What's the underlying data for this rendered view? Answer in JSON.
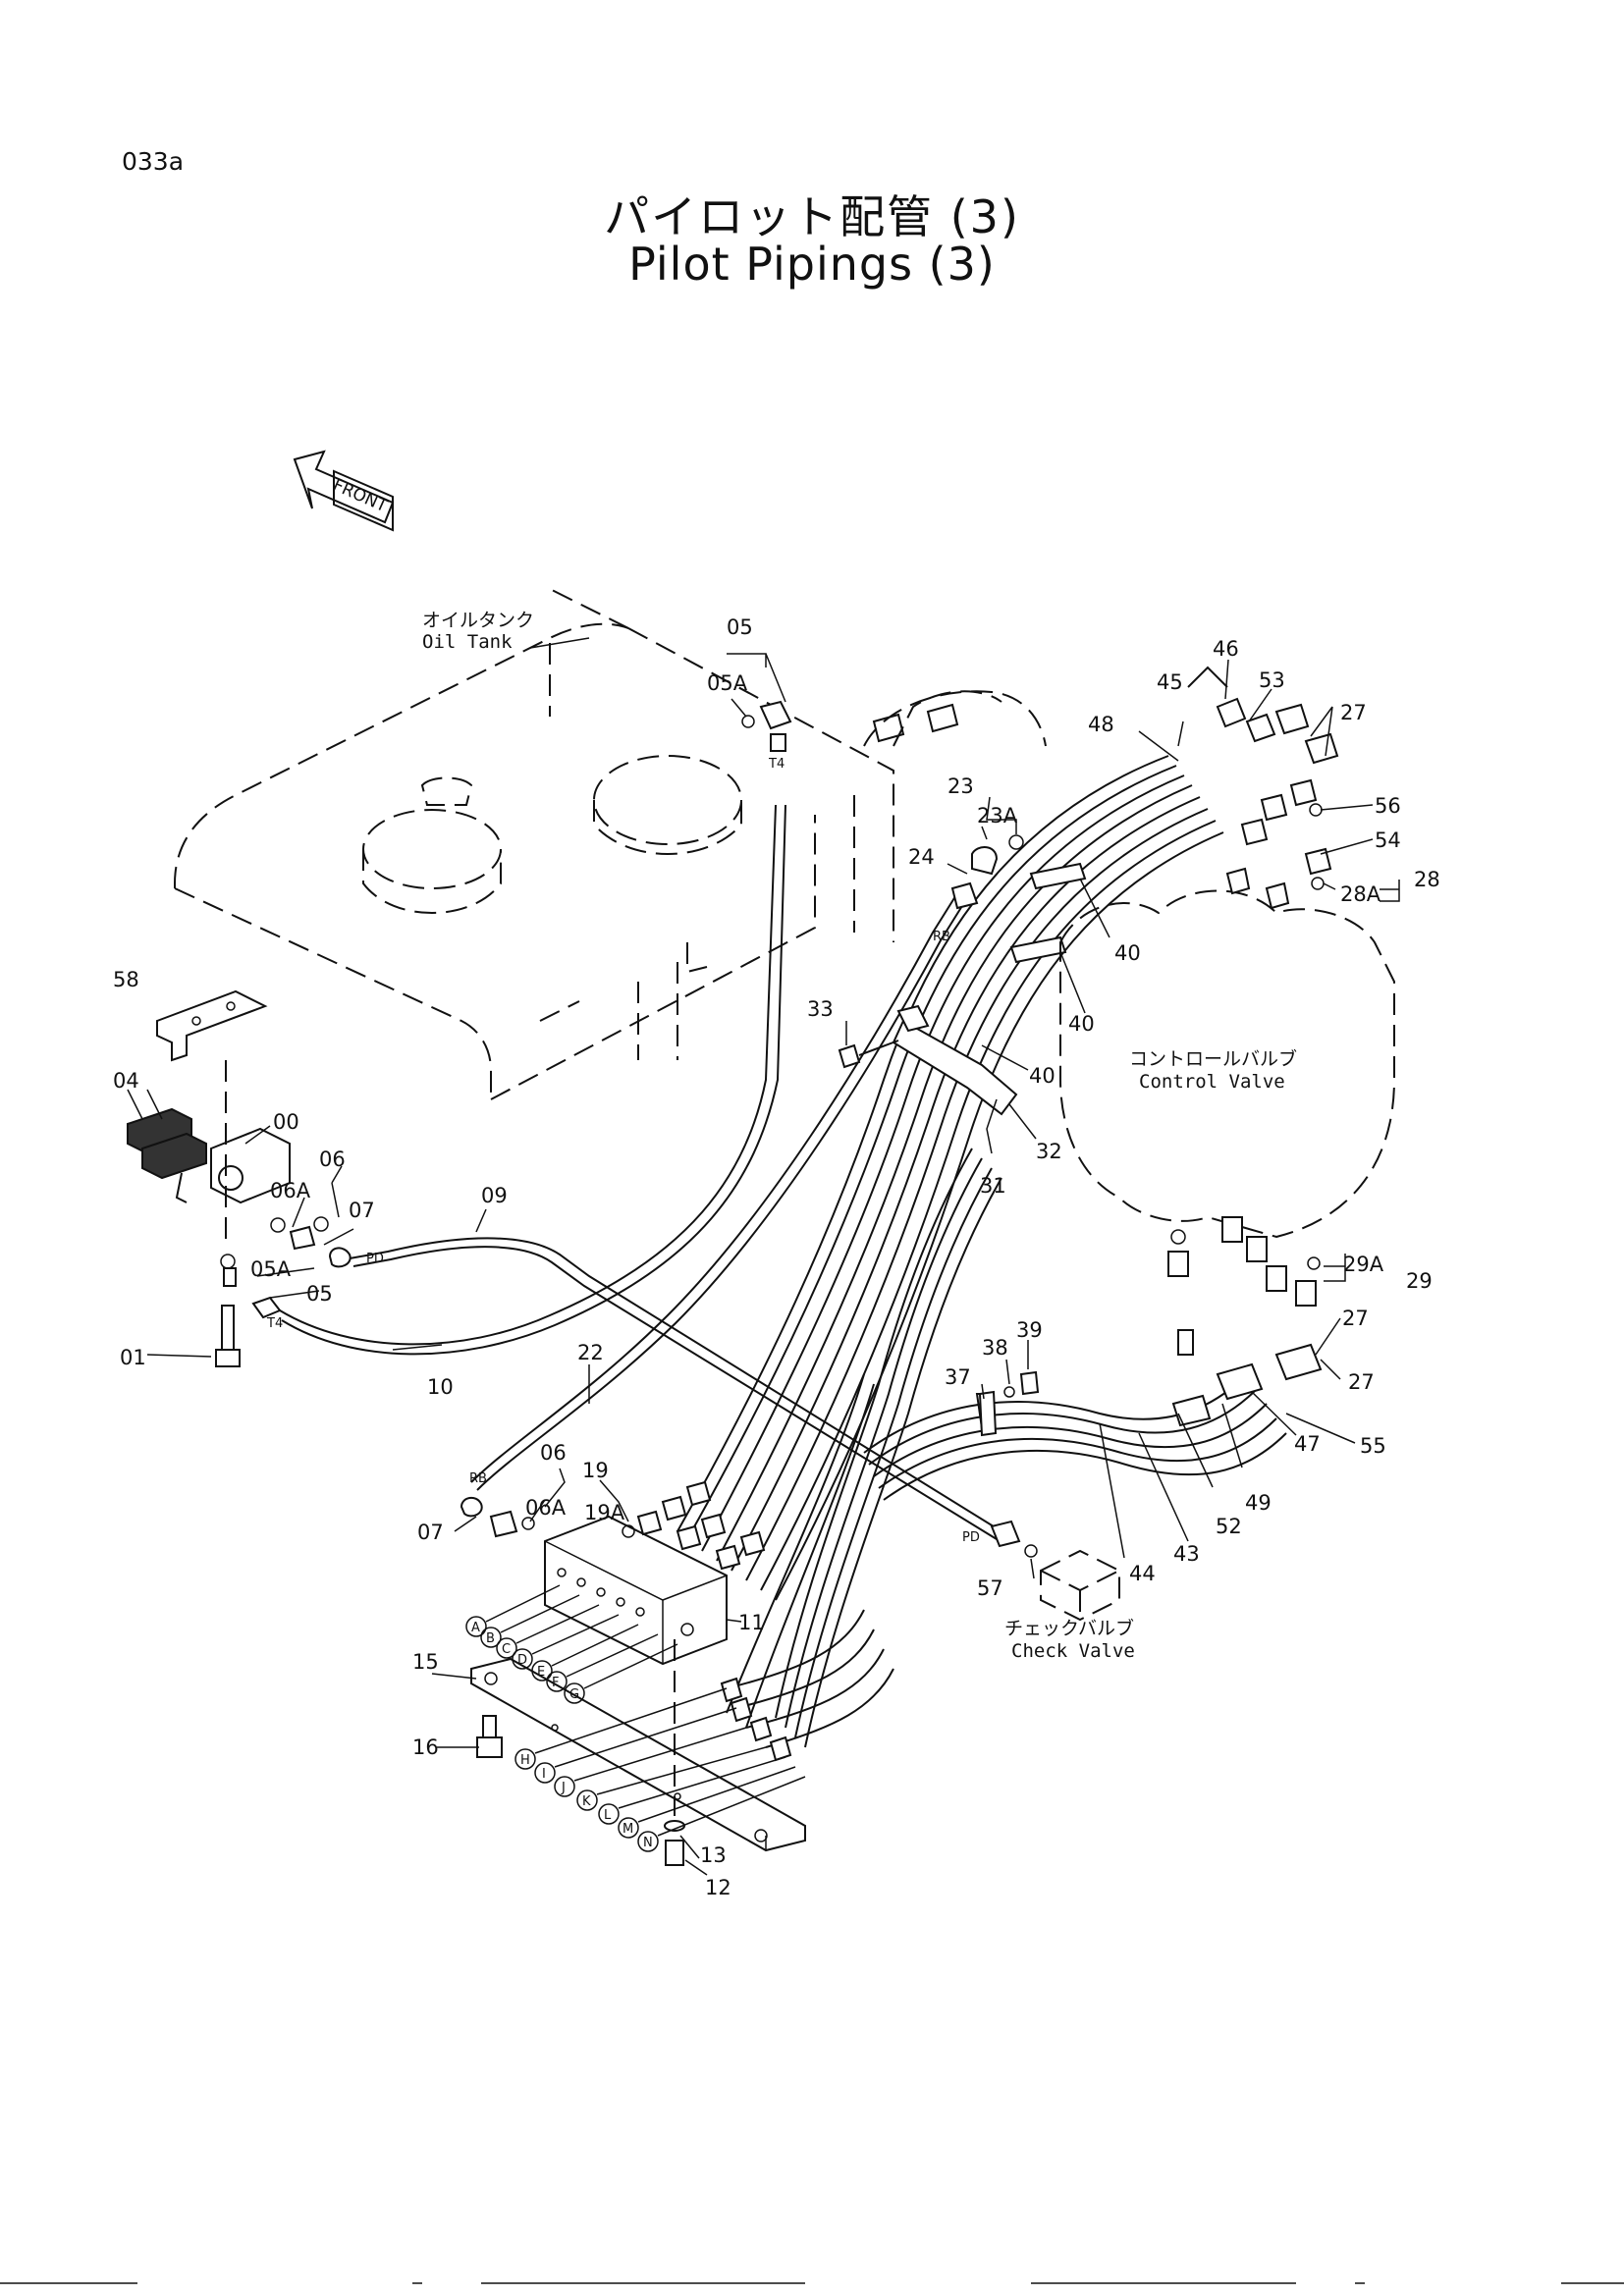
{
  "page": {
    "code": "033a",
    "title_jp": "パイロット配管 (3)",
    "title_en": "Pilot Pipings (3)"
  },
  "front_arrow": {
    "label": "FRONT",
    "icon": "front-arrow-icon"
  },
  "components": {
    "oil_tank": {
      "jp": "オイルタンク",
      "en": "Oil Tank"
    },
    "control_valve": {
      "jp": "コントロールバルブ",
      "en": "Control Valve"
    },
    "check_valve": {
      "jp": "チェックバルブ",
      "en": "Check Valve"
    }
  },
  "port_marks": {
    "t4_top": "T4",
    "t4_left": "T4",
    "pd_left": "PD",
    "pd_right": "PD",
    "rb_mid": "RB",
    "rb_low": "RB"
  },
  "part_labels": {
    "p00": "00",
    "p01": "01",
    "p04": "04",
    "p05_top": "05",
    "p05a_top": "05A",
    "p05_left": "05",
    "p05a_left": "05A",
    "p06_left": "06",
    "p06a_left": "06A",
    "p06_low": "06",
    "p06a_low": "06A",
    "p07_left": "07",
    "p07_low": "07",
    "p09": "09",
    "p10": "10",
    "p11": "11",
    "p12": "12",
    "p13": "13",
    "p15": "15",
    "p16": "16",
    "p19": "19",
    "p19a": "19A",
    "p22": "22",
    "p23": "23",
    "p23a": "23A",
    "p24": "24",
    "p27_top": "27",
    "p27_mid": "27",
    "p27_low": "27",
    "p28": "28",
    "p28a": "28A",
    "p29": "29",
    "p29a": "29A",
    "p31": "31",
    "p32": "32",
    "p33": "33",
    "p37": "37",
    "p38": "38",
    "p39": "39",
    "p40_a": "40",
    "p40_b": "40",
    "p40_c": "40",
    "p43": "43",
    "p44": "44",
    "p45": "45",
    "p46": "46",
    "p47": "47",
    "p48": "48",
    "p49": "49",
    "p52": "52",
    "p53": "53",
    "p54": "54",
    "p55": "55",
    "p56": "56",
    "p57": "57",
    "p58": "58"
  },
  "port_letters_upper": [
    "A",
    "B",
    "C",
    "D",
    "E",
    "F",
    "G"
  ],
  "port_letters_lower": [
    "H",
    "I",
    "J",
    "K",
    "L",
    "M",
    "N"
  ]
}
